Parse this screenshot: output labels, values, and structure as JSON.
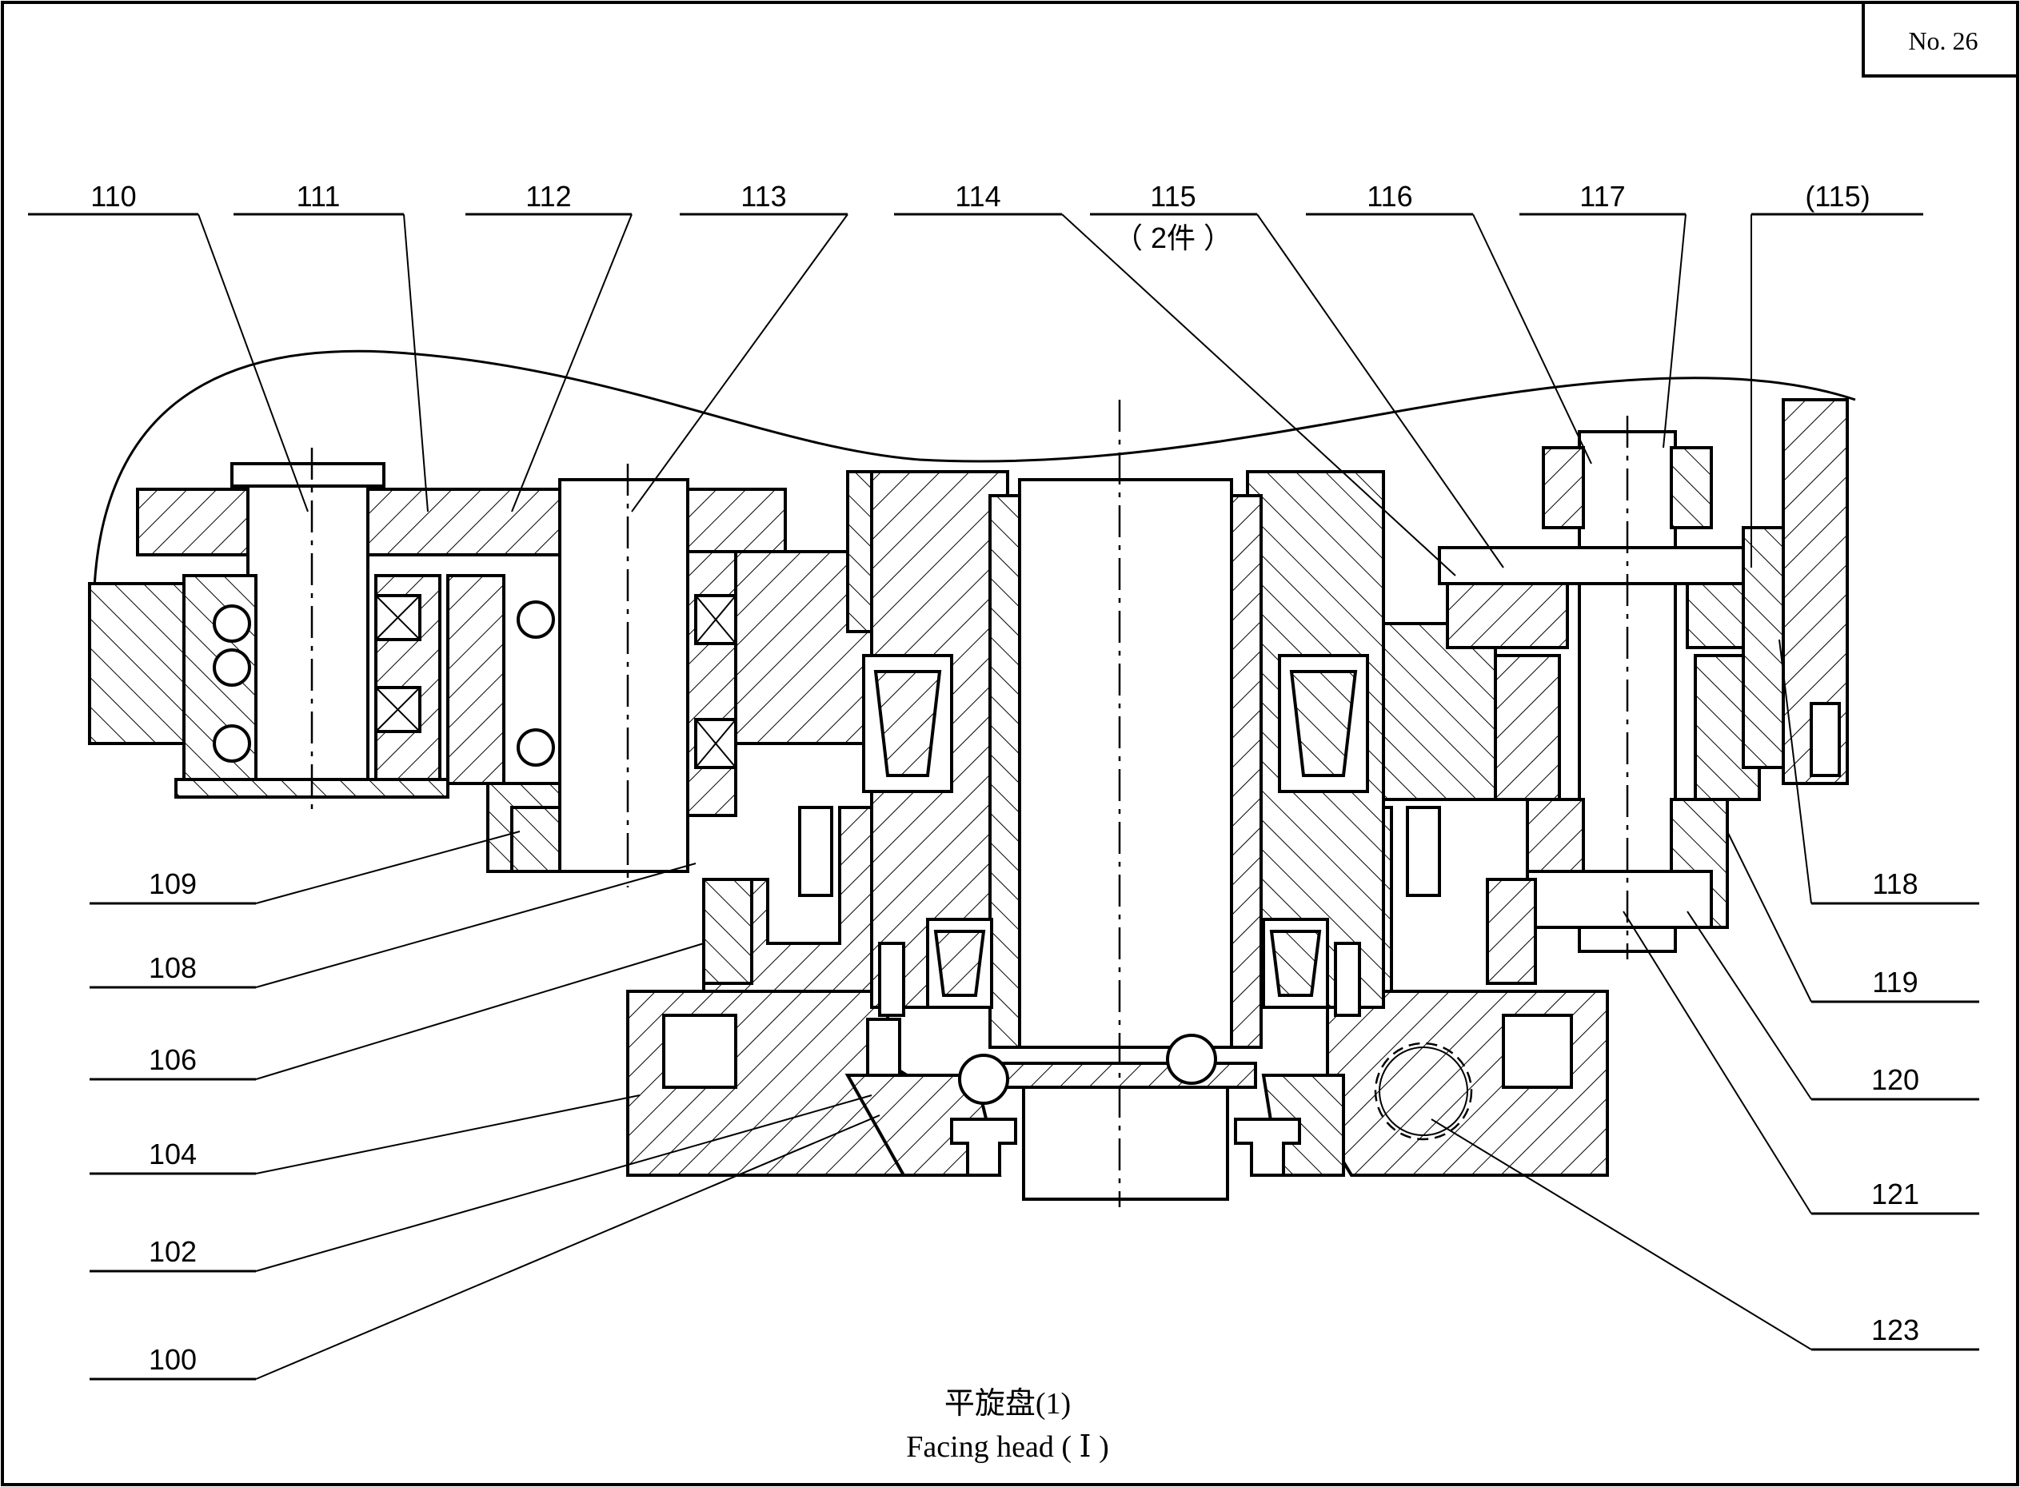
{
  "sheet_number": "No. 26",
  "caption": {
    "chinese": "平旋盘(1)",
    "english": "Facing head ( Ⅰ )"
  },
  "top_labels": [
    {
      "text": "110",
      "note": ""
    },
    {
      "text": "111",
      "note": ""
    },
    {
      "text": "112",
      "note": ""
    },
    {
      "text": "113",
      "note": ""
    },
    {
      "text": "114",
      "note": ""
    },
    {
      "text": "115",
      "note": "（ 2件 ）"
    },
    {
      "text": "116",
      "note": ""
    },
    {
      "text": "117",
      "note": ""
    },
    {
      "text": "(115)",
      "note": ""
    }
  ],
  "left_labels": [
    "109",
    "108",
    "106",
    "104",
    "102",
    "100"
  ],
  "right_labels": [
    "118",
    "119",
    "120",
    "121",
    "123"
  ]
}
